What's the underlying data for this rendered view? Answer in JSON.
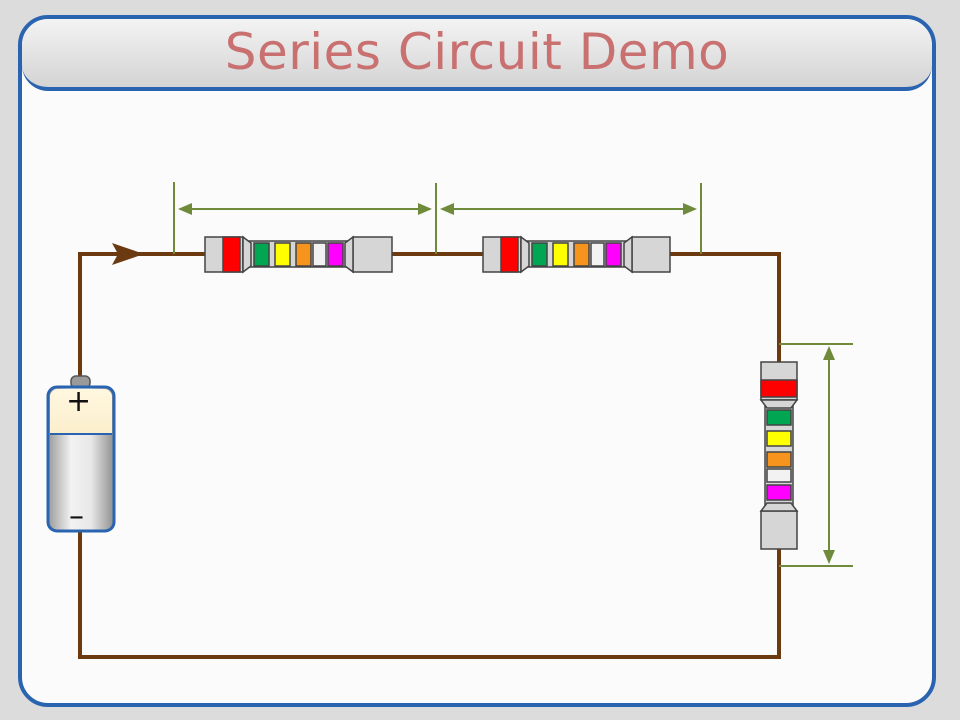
{
  "title": "Series Circuit Demo",
  "battery": {
    "plus_symbol": "+",
    "minus_symbol": "–"
  },
  "colors": {
    "frame_border": "#2a64b0",
    "title_text": "#c97070",
    "wire": "#6b3a10",
    "dimension_line": "#6e8a3a",
    "resistor_body": "#d6d6d6",
    "band_red": "#ff0000",
    "band_green": "#00a651",
    "band_yellow": "#ffff00",
    "band_orange": "#f7941d",
    "band_magenta": "#ff00ff"
  },
  "resistors": [
    {
      "name": "resistor-1",
      "orientation": "horizontal",
      "bands": [
        "red",
        "green",
        "yellow",
        "orange",
        "white",
        "magenta"
      ]
    },
    {
      "name": "resistor-2",
      "orientation": "horizontal",
      "bands": [
        "red",
        "green",
        "yellow",
        "orange",
        "white",
        "magenta"
      ]
    },
    {
      "name": "resistor-3",
      "orientation": "vertical",
      "bands": [
        "red",
        "green",
        "yellow",
        "orange",
        "white",
        "magenta"
      ]
    }
  ],
  "current_direction": "clockwise"
}
